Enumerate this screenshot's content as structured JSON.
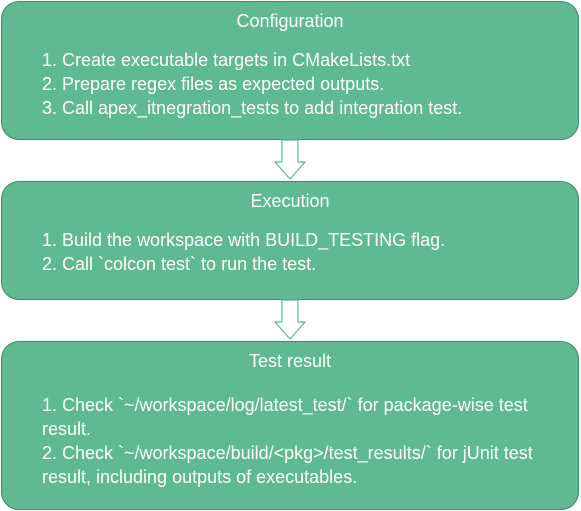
{
  "steps": [
    {
      "title": "Configuration",
      "items": [
        "1. Create executable targets in CMakeLists.txt",
        "2. Prepare regex files as expected outputs.",
        "3. Call apex_itnegration_tests to add integration test."
      ]
    },
    {
      "title": "Execution",
      "items": [
        "1. Build the workspace with BUILD_TESTING flag.",
        "2. Call `colcon test` to run the test."
      ]
    },
    {
      "title": "Test result",
      "items": [
        "1. Check `~/workspace/log/latest_test/` for package-wise test result.",
        "2. Check `~/workspace/build/<pkg>/test_results/` for jUnit test result, including outputs of executables."
      ]
    }
  ],
  "colors": {
    "box_fill": "#5fba92",
    "box_border": "#3f8a67",
    "arrow_fill": "#ffffff",
    "arrow_stroke": "#5fba92",
    "text": "#ffffff"
  }
}
